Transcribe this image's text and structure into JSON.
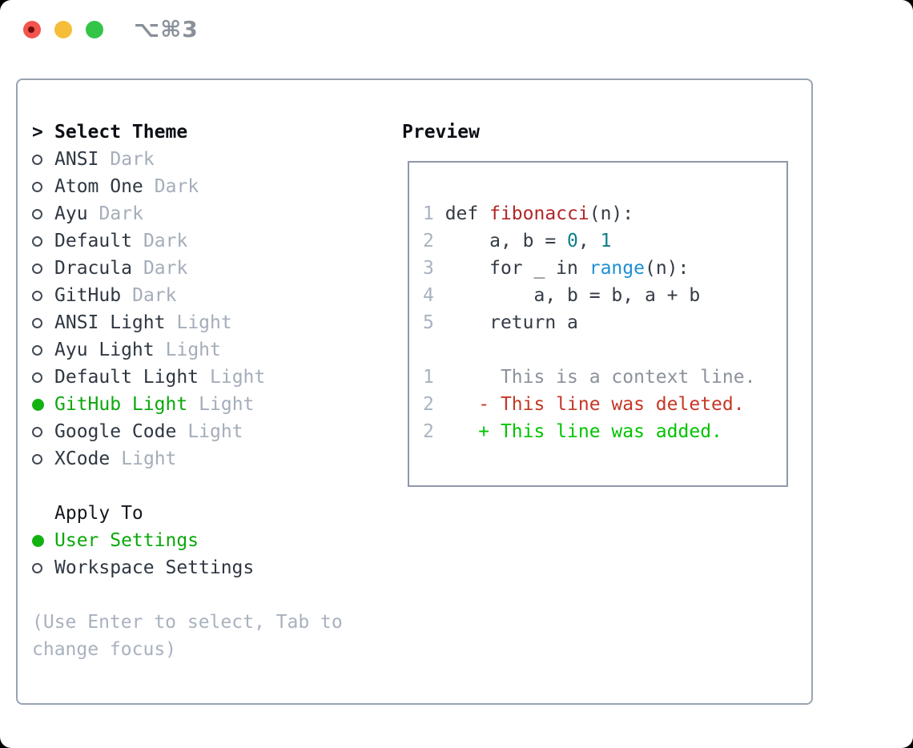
{
  "window": {
    "shortcut_label": "⌥⌘3",
    "traffic_lights": [
      "close",
      "minimize",
      "zoom"
    ]
  },
  "colors": {
    "selection_green": "#0aa80a",
    "added_green": "#00c400",
    "deleted_red": "#c53726",
    "function_red": "#b22628",
    "builtin_blue": "#1e8fd5",
    "number_teal": "#0c7e87",
    "muted_gray": "#a4adba",
    "panel_border": "#99a3b1",
    "text_dark": "#2f3742"
  },
  "theme_panel": {
    "prompt": ">",
    "title": "Select Theme",
    "themes": [
      {
        "name": "ANSI",
        "variant": "Dark",
        "selected": false
      },
      {
        "name": "Atom One",
        "variant": "Dark",
        "selected": false
      },
      {
        "name": "Ayu",
        "variant": "Dark",
        "selected": false
      },
      {
        "name": "Default",
        "variant": "Dark",
        "selected": false
      },
      {
        "name": "Dracula",
        "variant": "Dark",
        "selected": false
      },
      {
        "name": "GitHub",
        "variant": "Dark",
        "selected": false
      },
      {
        "name": "ANSI Light",
        "variant": "Light",
        "selected": false
      },
      {
        "name": "Ayu Light",
        "variant": "Light",
        "selected": false
      },
      {
        "name": "Default Light",
        "variant": "Light",
        "selected": false
      },
      {
        "name": "GitHub Light",
        "variant": "Light",
        "selected": true
      },
      {
        "name": "Google Code",
        "variant": "Light",
        "selected": false
      },
      {
        "name": "XCode",
        "variant": "Light",
        "selected": false
      }
    ],
    "apply_to": {
      "title": "Apply To",
      "options": [
        {
          "label": "User Settings",
          "selected": true
        },
        {
          "label": "Workspace Settings",
          "selected": false
        }
      ]
    },
    "help_lines": [
      "(Use Enter to select, Tab to",
      "change focus)"
    ]
  },
  "preview": {
    "title": "Preview",
    "code_lines": [
      [
        [
          "ln",
          "1 "
        ],
        [
          "code",
          "def "
        ],
        [
          "red",
          "fibonacci"
        ],
        [
          "code",
          "(n):"
        ]
      ],
      [
        [
          "ln",
          "2"
        ],
        [
          "code",
          "     a, b = "
        ],
        [
          "teal",
          "0"
        ],
        [
          "code",
          ", "
        ],
        [
          "teal",
          "1"
        ]
      ],
      [
        [
          "ln",
          "3"
        ],
        [
          "code",
          "     for _ in "
        ],
        [
          "blue",
          "range"
        ],
        [
          "code",
          "(n):"
        ]
      ],
      [
        [
          "ln",
          "4"
        ],
        [
          "code",
          "         a, b = b, a + b"
        ]
      ],
      [
        [
          "ln",
          "5"
        ],
        [
          "code",
          "     return a"
        ]
      ],
      [],
      [
        [
          "ln",
          "1"
        ],
        [
          "ctx",
          "      This is a context line."
        ]
      ],
      [
        [
          "ln",
          "2"
        ],
        [
          "code",
          "    "
        ],
        [
          "del",
          "- This line was deleted."
        ]
      ],
      [
        [
          "ln",
          "2"
        ],
        [
          "code",
          "    "
        ],
        [
          "add",
          "+ This line was added."
        ]
      ]
    ]
  }
}
